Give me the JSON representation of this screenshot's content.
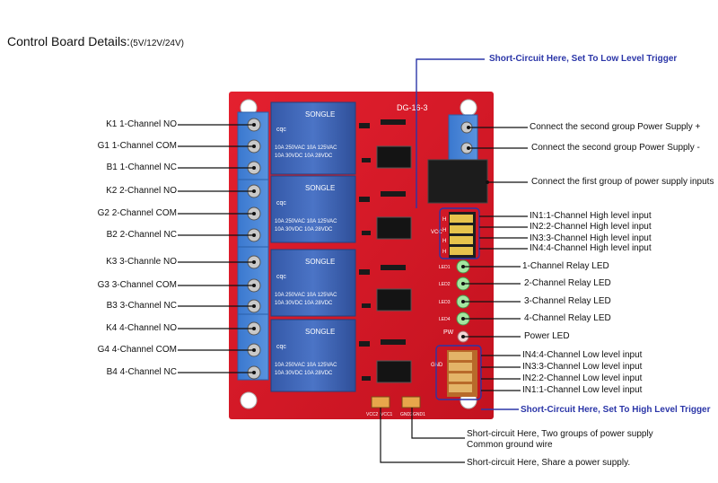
{
  "title": "Control Board Details:",
  "title_sub": "(5V/12V/24V)",
  "board": {
    "model": "DG-16-3",
    "relay_brand": "SONGLE",
    "relay_rating1": "10A 250VAC  10A 125VAC",
    "relay_rating2": "10A 30VDC  10A 28VDC",
    "relay_mark": "cqc",
    "led_labels": [
      "LED1",
      "LED2",
      "LED3",
      "LED4"
    ],
    "pw_label": "PW",
    "vcc_label": "VCC",
    "gnd_label": "GND",
    "vcc2_label": "VCC2",
    "vcc1_label": "VCC1",
    "gnd2_label": "GND2",
    "gnd1_label": "GND1",
    "header_letters": [
      "H",
      "H",
      "H",
      "H"
    ],
    "colors": {
      "pcb": "#d8192c",
      "terminal": "#3f7fd0",
      "relay": "#3f66b8",
      "annotation": "#2b36a8"
    }
  },
  "left_labels": [
    "K1 1-Channel NO",
    "G1 1-Channel COM",
    "B1 1-Channel NC",
    "K2 2-Channel NO",
    "G2 2-Channel COM",
    "B2 2-Channel NC",
    "K3 3-Channle NO",
    "G3 3-Channel COM",
    "B3 3-Channel NC",
    "K4 4-Channel NO",
    "G4 4-Channel COM",
    "B4 4-Channel NC"
  ],
  "top_note": "Short-Circuit Here, Set To Low Level Trigger",
  "right_labels": {
    "power2_plus": "Connect the second group Power Supply +",
    "power2_minus": "Connect the second group Power Supply -",
    "power1": "Connect the first group of power supply inputs",
    "high_inputs": [
      "IN1:1-Channel High level input",
      "IN2:2-Channel High level input",
      "IN3:3-Channel High level input",
      "IN4:4-Channel High level input"
    ],
    "relay_leds": [
      "1-Channel Relay LED",
      "2-Channel Relay LED",
      "3-Channel Relay LED",
      "4-Channel Relay LED"
    ],
    "power_led": "Power LED",
    "low_inputs": [
      "IN4:4-Channel Low level input",
      "IN3:3-Channel Low level input",
      "IN2:2-Channel Low level input",
      "IN1:1-Channel Low level input"
    ]
  },
  "high_trigger_note": "Short-Circuit Here, Set To High Level Trigger",
  "bottom_notes": [
    "Short-circuit Here,  Two groups of power supply Common ground wire",
    "Short-circuit Here,   Share a power supply."
  ]
}
